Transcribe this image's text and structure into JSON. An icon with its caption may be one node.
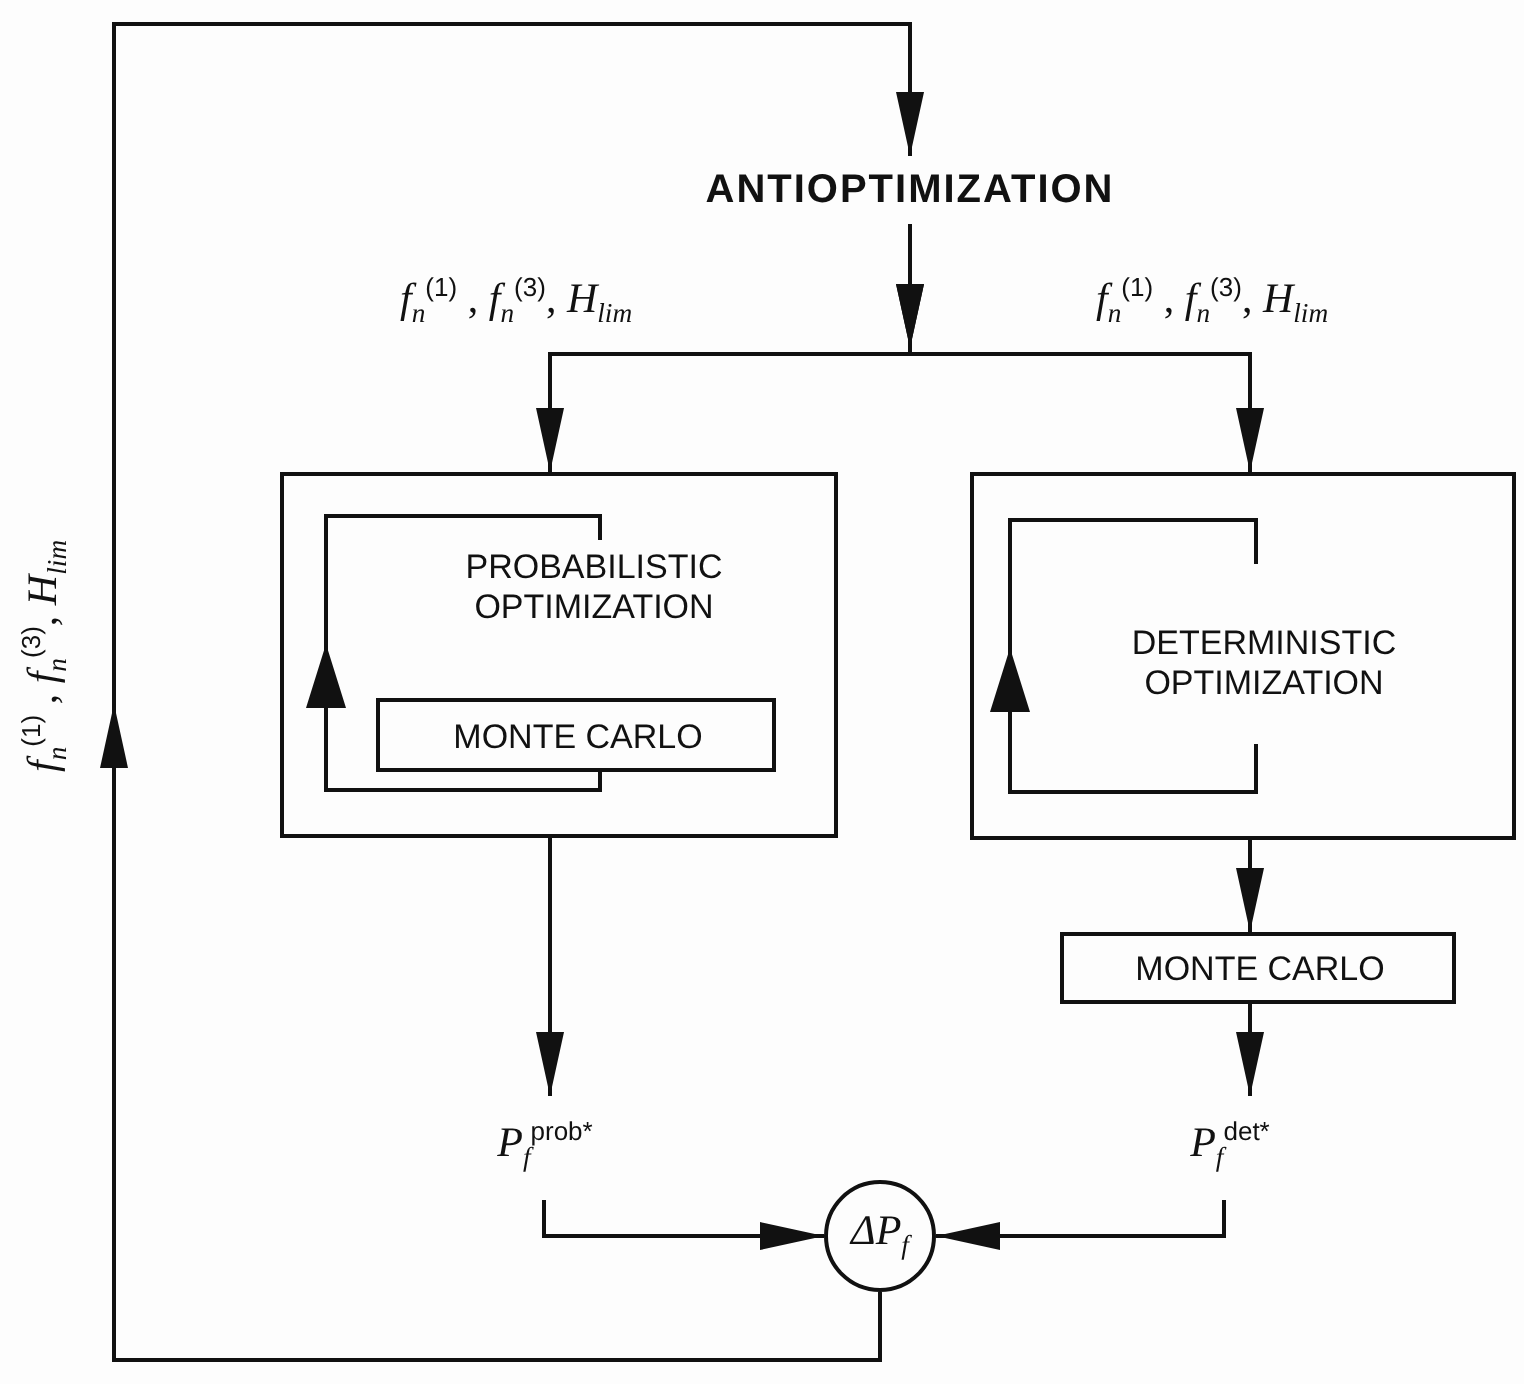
{
  "diagram": {
    "nodes": [
      {
        "text": [
          "ANTIOPTIMIZATION"
        ]
      },
      {
        "text": [
          "PROBABILISTIC OPTIMIZATION"
        ]
      },
      {
        "text": [
          "MONTE CARLO"
        ],
        "in": 1
      },
      {
        "text": [
          "DETERMINISTIC OPTIMIZATION"
        ]
      },
      {
        "text": [
          "MONTE CARLO"
        ]
      },
      {
        "text": [
          "P$_{f}$$^{prob*}$"
        ]
      },
      {
        "text": [
          "P$_{f}$$^{det*}$"
        ]
      },
      {
        "text": [
          "ΔP$_{f}$"
        ]
      }
    ],
    "edges": [
      {
        "from": 7,
        "to": 0,
        "arrow": "to",
        "label": "*f*$_{n}$$^{(1)}$ , *f*$_{n}$$^{(3)}$, *H*$_{lim}$"
      },
      {
        "from": 0,
        "to": 1,
        "arrow": "to",
        "label": "*f*$_{n}$$^{(1)}$ , *f*$_{n}$$^{(3)}$, *H*$_{lim}$"
      },
      {
        "from": 0,
        "to": 3,
        "arrow": "to",
        "label": "*f*$_{n}$$^{(1)}$ , *f*$_{n}$$^{(3)}$, *H*$_{lim}$"
      },
      {
        "from": 1,
        "to": 5,
        "arrow": "to"
      },
      {
        "from": 3,
        "to": 4,
        "arrow": "to"
      },
      {
        "from": 4,
        "to": 6,
        "arrow": "to"
      },
      {
        "from": 5,
        "to": 7,
        "arrow": "to"
      },
      {
        "from": 6,
        "to": 7,
        "arrow": "to"
      }
    ]
  }
}
